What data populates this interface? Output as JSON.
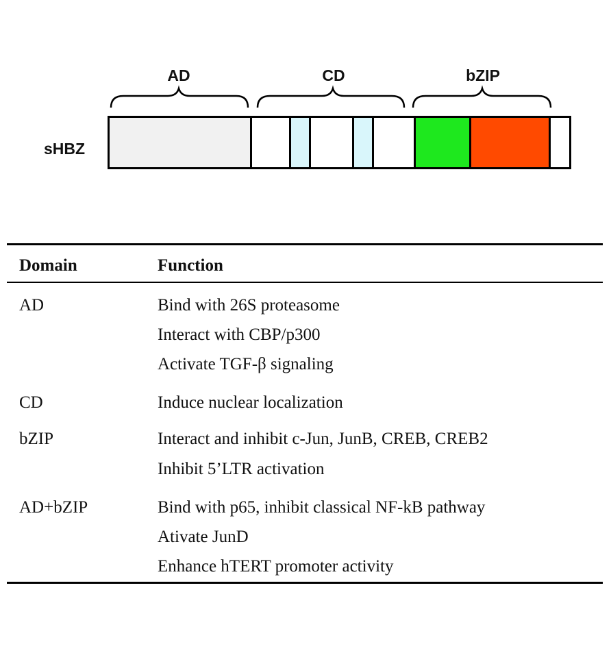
{
  "diagram": {
    "protein": "sHBZ",
    "regions": [
      {
        "label": "AD"
      },
      {
        "label": "CD"
      },
      {
        "label": "bZIP"
      }
    ],
    "colors": {
      "ad": "#f1f1f1",
      "cd_motif": "#d9f6fb",
      "bzip_basic": "#1ee81e",
      "bzip_zipper": "#ff4a00"
    }
  },
  "table": {
    "headers": {
      "domain": "Domain",
      "function": "Function"
    },
    "rows": [
      {
        "domain": "AD",
        "functions": [
          "Bind with 26S proteasome",
          "Interact with CBP/p300",
          "Activate TGF-β signaling"
        ]
      },
      {
        "domain": "CD",
        "functions": [
          "Induce nuclear localization"
        ]
      },
      {
        "domain": "bZIP",
        "functions": [
          "Interact and inhibit  c-Jun, JunB, CREB, CREB2",
          "Inhibit 5’LTR activation"
        ]
      },
      {
        "domain": "AD+bZIP",
        "functions": [
          "Bind with p65, inhibit classical NF-kB pathway",
          "Ativate JunD",
          "Enhance hTERT promoter activity"
        ]
      }
    ]
  }
}
